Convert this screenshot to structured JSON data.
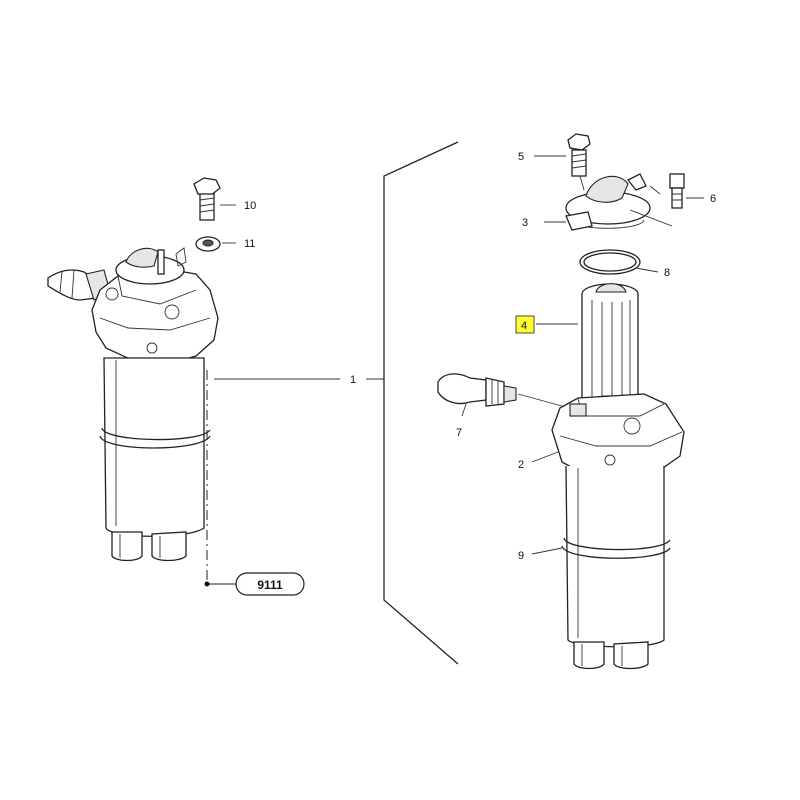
{
  "callouts": {
    "c1": "1",
    "c2": "2",
    "c3": "3",
    "c4": "4",
    "c5": "5",
    "c6": "6",
    "c7": "7",
    "c8": "8",
    "c9": "9",
    "c10": "10",
    "c11": "11"
  },
  "reference_tag": "9111",
  "highlight_color": "#ffff33"
}
